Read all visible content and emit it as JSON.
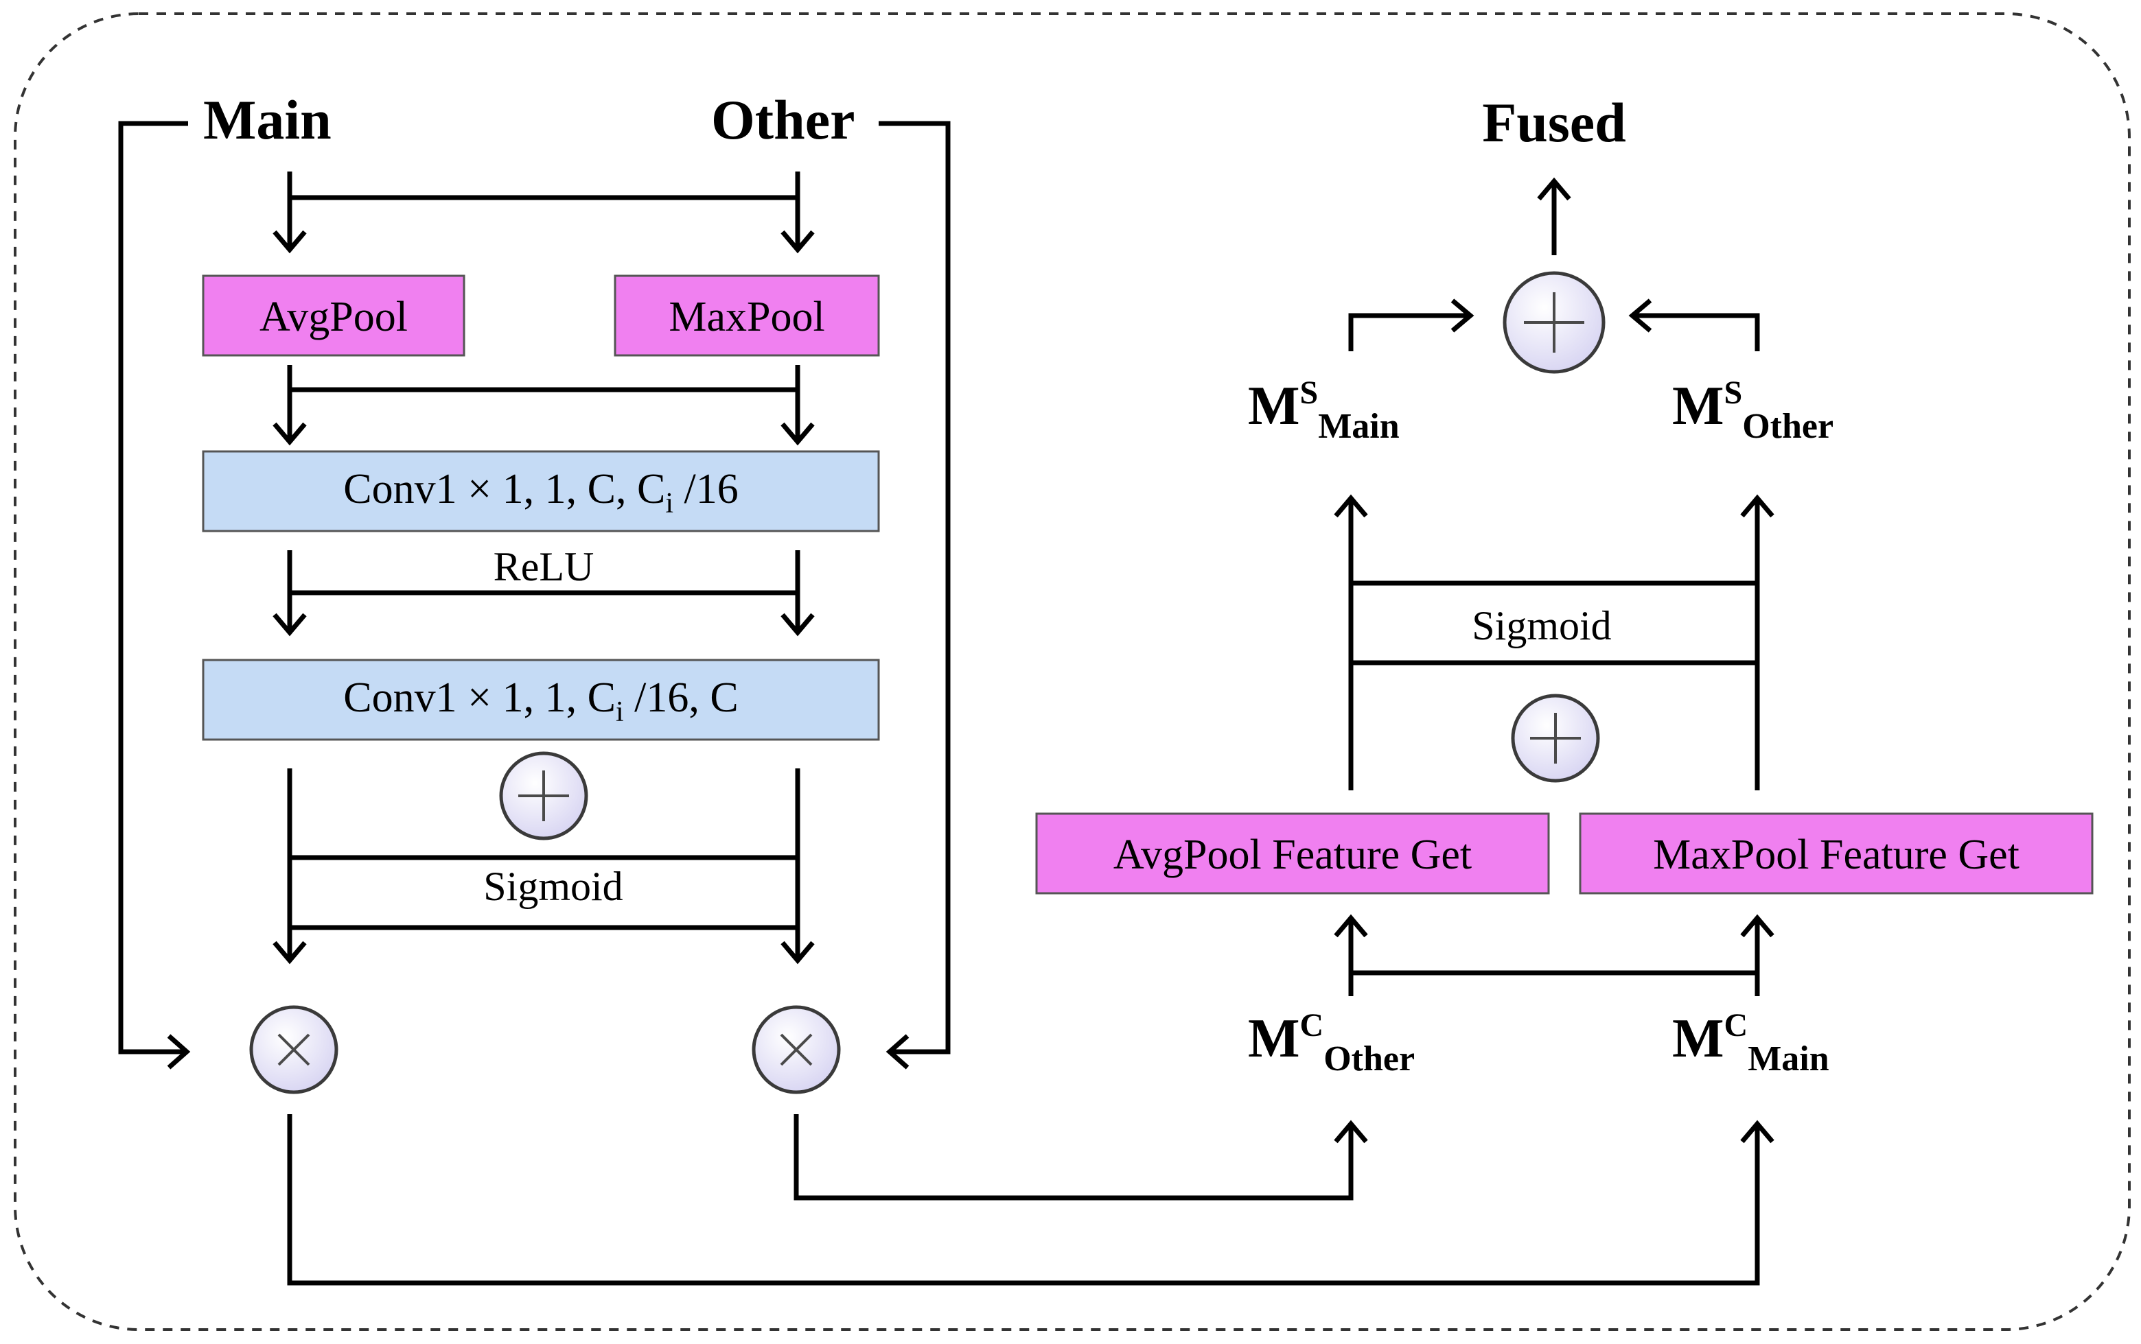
{
  "inputs": {
    "main": "Main",
    "other": "Other"
  },
  "output": {
    "fused": "Fused"
  },
  "channel_branch": {
    "avgpool": "AvgPool",
    "maxpool": "MaxPool",
    "conv1": {
      "prefix": "Conv1 × 1, 1, C, C",
      "sub": "i",
      "suffix": " /16"
    },
    "relu": "ReLU",
    "conv2": {
      "prefix": "Conv1 × 1, 1, C",
      "sub": "i",
      "suffix": " /16, C"
    },
    "sigmoid": "Sigmoid"
  },
  "spatial_branch": {
    "avgpool_feature": "AvgPool Feature Get",
    "maxpool_feature": "MaxPool Feature Get",
    "sigmoid": "Sigmoid"
  },
  "maps": {
    "mc_other": {
      "base": "M",
      "sup": "C",
      "sub": "Other"
    },
    "mc_main": {
      "base": "M",
      "sup": "C",
      "sub": "Main"
    },
    "ms_main": {
      "base": "M",
      "sup": "S",
      "sub": "Main"
    },
    "ms_other": {
      "base": "M",
      "sup": "S",
      "sub": "Other"
    }
  },
  "colors": {
    "pool_box": "#f080f0",
    "conv_box": "#c5dbf5",
    "operator_fill": "#e4e2f6",
    "border": "#000000"
  }
}
